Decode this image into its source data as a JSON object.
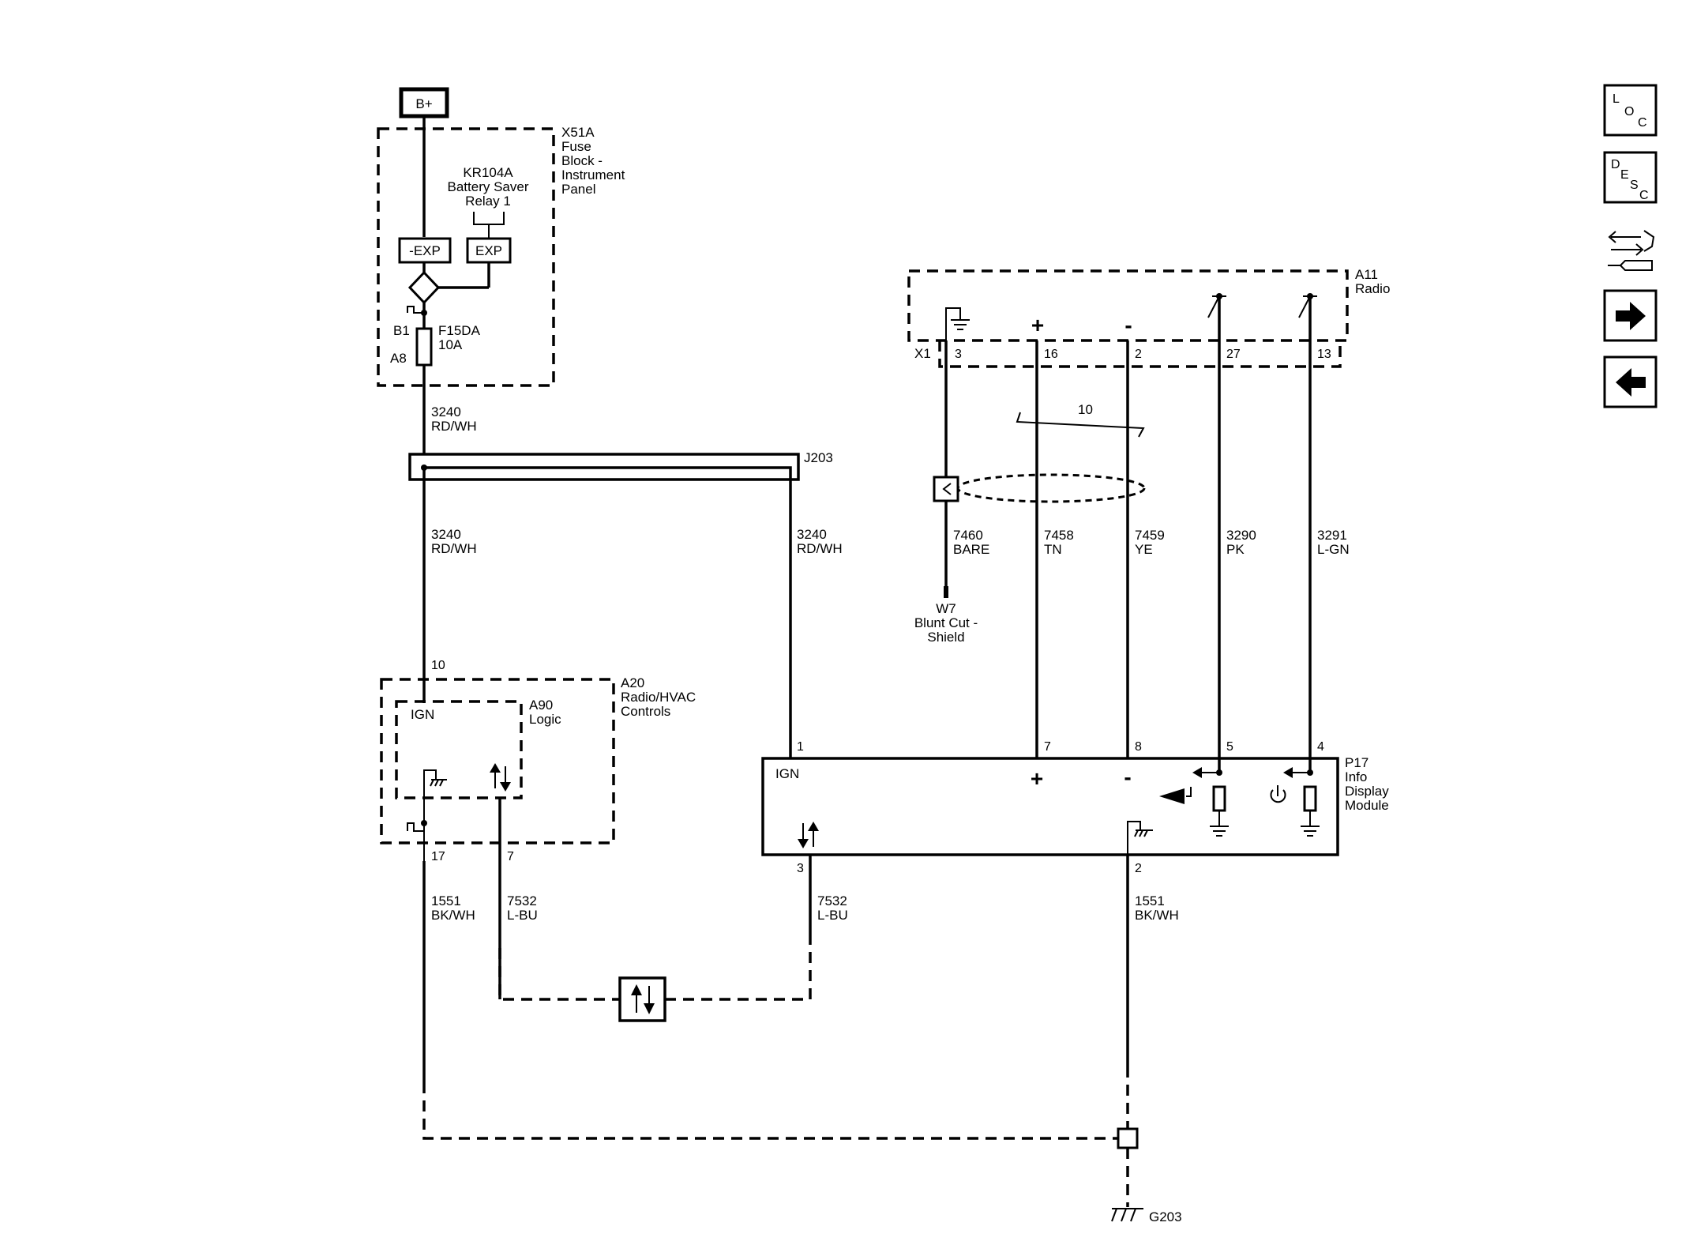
{
  "battery": {
    "label": "B+"
  },
  "x51a": {
    "lines": [
      "X51A",
      "Fuse",
      "Block -",
      "Instrument",
      "Panel"
    ]
  },
  "kr104a": {
    "lines": [
      "KR104A",
      "Battery Saver",
      "Relay 1"
    ]
  },
  "exp_left": "-EXP",
  "exp_right": "EXP",
  "fuse": {
    "pin_top": "B1",
    "pin_bottom": "A8",
    "name": "F15DA",
    "rating": "10A"
  },
  "wire_3240_top": {
    "circuit": "3240",
    "color": "RD/WH"
  },
  "j203": "J203",
  "wire_3240_left": {
    "circuit": "3240",
    "color": "RD/WH"
  },
  "wire_3240_right": {
    "circuit": "3240",
    "color": "RD/WH"
  },
  "a11": {
    "lines": [
      "A11",
      "Radio"
    ]
  },
  "x1": "X1",
  "a11_pins": [
    "3",
    "16",
    "2",
    "27",
    "13"
  ],
  "shield_count": "10",
  "wires_a11": [
    {
      "circuit": "7460",
      "color": "BARE"
    },
    {
      "circuit": "7458",
      "color": "TN"
    },
    {
      "circuit": "7459",
      "color": "YE"
    },
    {
      "circuit": "3290",
      "color": "PK"
    },
    {
      "circuit": "3291",
      "color": "L-GN"
    }
  ],
  "w7": {
    "lines": [
      "W7",
      "Blunt Cut -",
      "Shield"
    ]
  },
  "a20": {
    "pin_top": "10",
    "lines": [
      "A20",
      "Radio/HVAC",
      "Controls"
    ],
    "ign": "IGN",
    "pin_17": "17",
    "pin_7": "7"
  },
  "a90": {
    "lines": [
      "A90",
      "Logic"
    ]
  },
  "p17": {
    "lines": [
      "P17",
      "Info",
      "Display",
      "Module"
    ],
    "ign": "IGN",
    "pins_top": [
      "1",
      "7",
      "8",
      "5",
      "4"
    ],
    "pins_bottom": [
      "3",
      "2"
    ]
  },
  "wire_1551_left": {
    "circuit": "1551",
    "color": "BK/WH"
  },
  "wire_7532_left": {
    "circuit": "7532",
    "color": "L-BU"
  },
  "wire_7532_right": {
    "circuit": "7532",
    "color": "L-BU"
  },
  "wire_1551_right": {
    "circuit": "1551",
    "color": "BK/WH"
  },
  "ground": "G203",
  "nav": {
    "loc": "LOC",
    "desc": "DESC"
  }
}
